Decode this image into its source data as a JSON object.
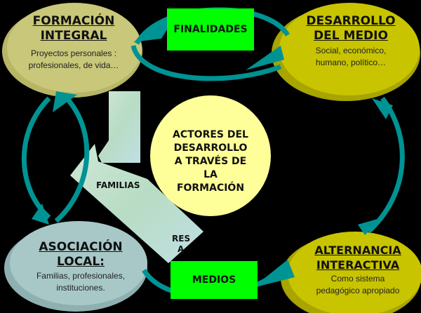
{
  "nodes": {
    "formacion": {
      "title": "FORMACIÓN INTEGRAL",
      "subtitle": "Proyectos personales : profesionales, de vida…"
    },
    "desarrollo": {
      "title": "DESARROLLO DEL MEDIO",
      "subtitle": "Social, económico, humano, político…"
    },
    "asociacion": {
      "title": "ASOCIACIÓN LOCAL:",
      "subtitle": "Familias, profesionales, instituciones."
    },
    "alternancia": {
      "title": "ALTERNANCIA INTERACTIVA",
      "subtitle": "Como sistema pedagógico apropiado"
    },
    "center": {
      "title": "ACTORES DEL DESARROLLO A TRAVÉS DE LA FORMACIÓN"
    }
  },
  "boxes": {
    "finalidades": "FINALIDADES",
    "medios": "MEDIOS"
  },
  "labels": {
    "familias": "FAMILIAS",
    "res": "RES",
    "a": "A"
  },
  "colors": {
    "formacion": "#c9c77a",
    "desarrollo": "#c8c400",
    "asociacion": "#9fc3c3",
    "alternancia": "#c8c400",
    "center": "#ffff99",
    "box": "#00ff00",
    "arrow": "#009393"
  }
}
